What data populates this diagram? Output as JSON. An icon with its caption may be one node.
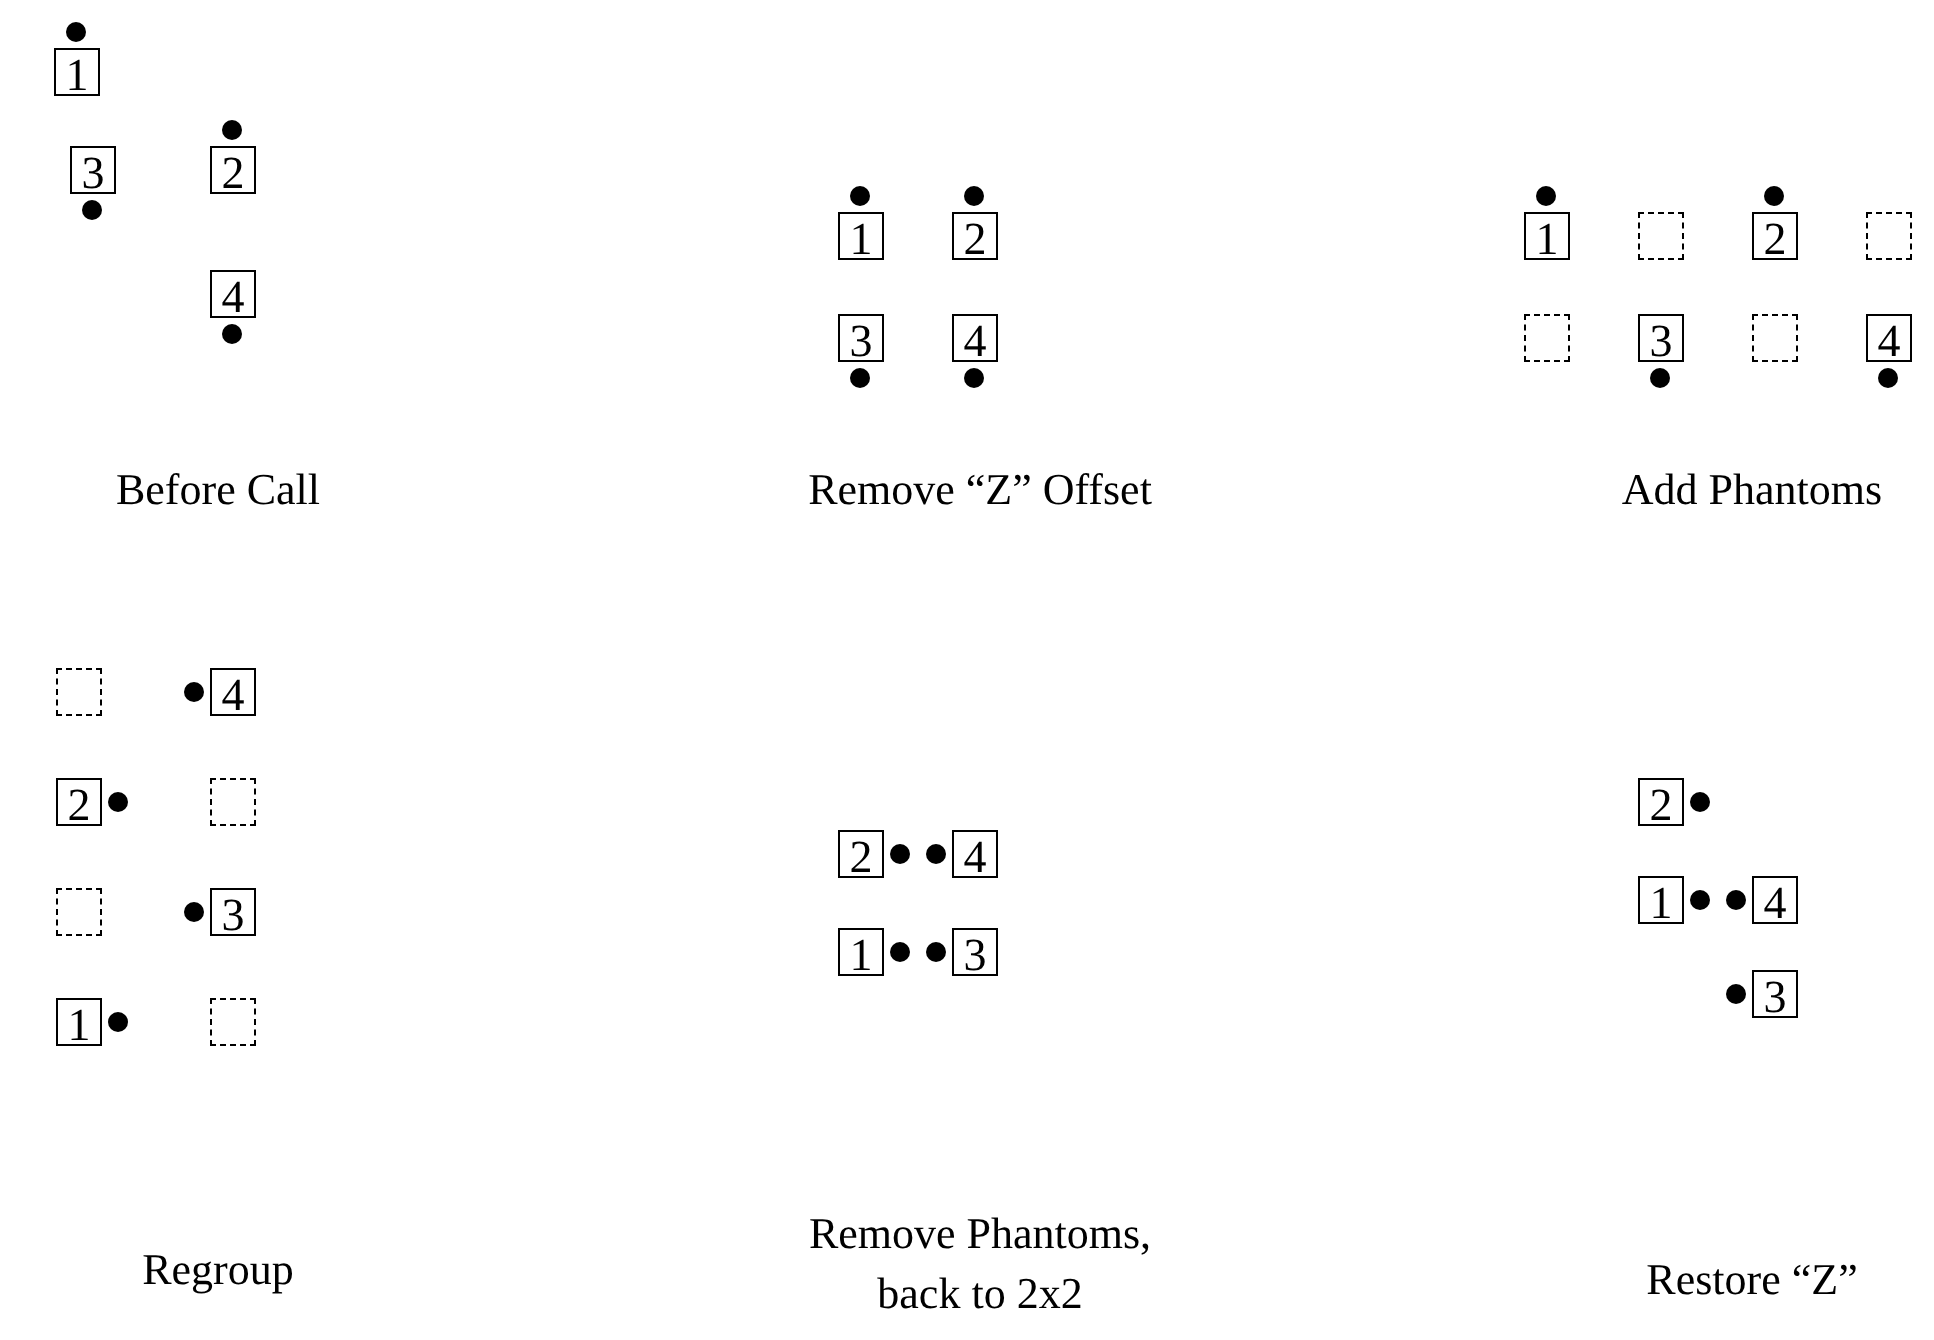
{
  "diagram": {
    "nodes": [
      {
        "text": [
          "1"
        ]
      },
      {
        "text": [
          "3"
        ]
      },
      {
        "text": [
          "2"
        ]
      },
      {
        "text": [
          "4"
        ]
      },
      {
        "text": [
          "1"
        ]
      },
      {
        "text": [
          "2"
        ]
      },
      {
        "text": [
          "3"
        ]
      },
      {
        "text": [
          "4"
        ]
      },
      {
        "text": [
          "1"
        ]
      },
      {
        "text": [],
        "shape": "box"
      },
      {
        "text": [
          "2"
        ]
      },
      {
        "text": [],
        "shape": "box"
      },
      {
        "text": [],
        "shape": "box"
      },
      {
        "text": [
          "3"
        ]
      },
      {
        "text": [],
        "shape": "box"
      },
      {
        "text": [
          "4"
        ]
      },
      {
        "text": [],
        "shape": "box"
      },
      {
        "text": [
          "4"
        ]
      },
      {
        "text": [
          "2"
        ]
      },
      {
        "text": [],
        "shape": "box"
      },
      {
        "text": [],
        "shape": "box"
      },
      {
        "text": [
          "3"
        ]
      },
      {
        "text": [
          "1"
        ]
      },
      {
        "text": [],
        "shape": "box"
      },
      {
        "text": [
          "2"
        ]
      },
      {
        "text": [
          "4"
        ]
      },
      {
        "text": [
          "1"
        ]
      },
      {
        "text": [
          "3"
        ]
      },
      {
        "text": [
          "2"
        ]
      },
      {
        "text": [
          "1"
        ]
      },
      {
        "text": [
          "4"
        ]
      },
      {
        "text": [
          "3"
        ]
      }
    ],
    "labels": [
      "Before Call",
      "Remove “Z” Offset",
      "Add Phantoms",
      "Regroup",
      "Remove Phantoms, back to 2x2",
      "Restore “Z”"
    ]
  }
}
